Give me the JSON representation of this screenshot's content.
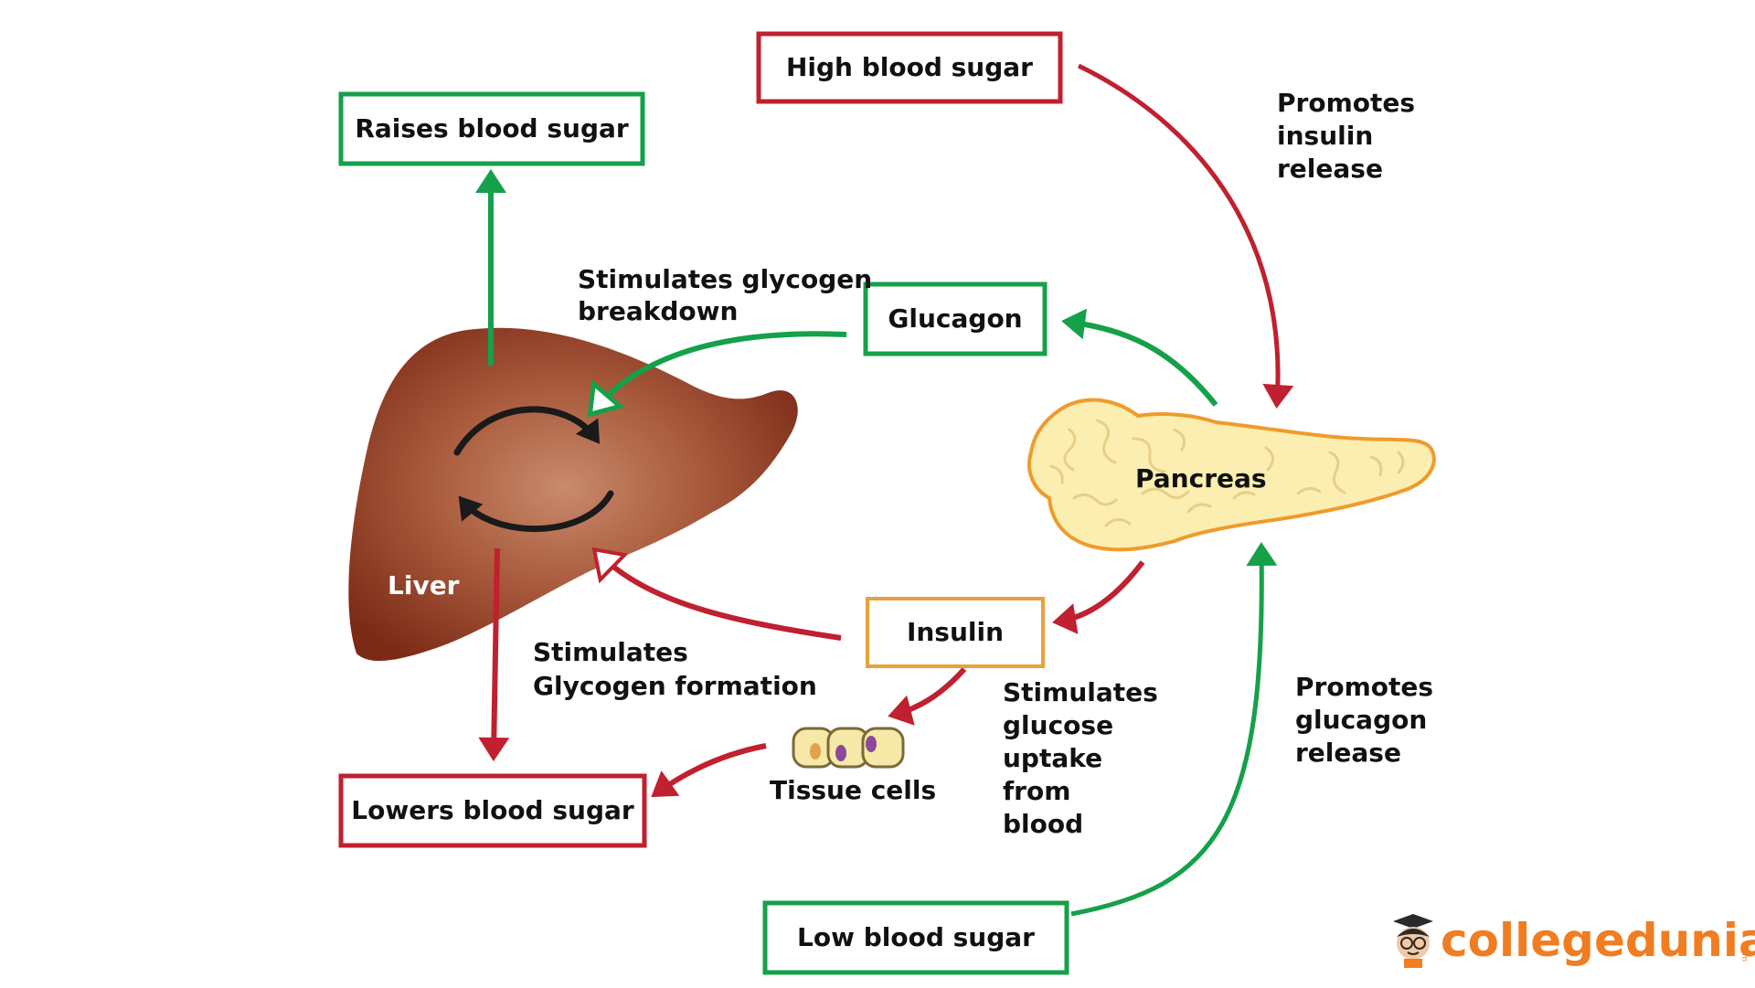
{
  "colors": {
    "red": "#c0202f",
    "green": "#15a04a",
    "orange": "#e8a13b",
    "liver_dark": "#7b2a16",
    "liver_light": "#c98a6c",
    "pancreas_fill": "#fbeeb0",
    "pancreas_outline": "#ef9b2c",
    "brand_orange": "#f07d22"
  },
  "boxes": {
    "high_blood_sugar": "High blood sugar",
    "raises_blood_sugar": "Raises blood sugar",
    "glucagon": "Glucagon",
    "insulin": "Insulin",
    "lowers_blood_sugar": "Lowers blood sugar",
    "low_blood_sugar": "Low blood sugar"
  },
  "organs": {
    "liver": "Liver",
    "pancreas": "Pancreas",
    "tissue_cells": "Tissue cells"
  },
  "annotations": {
    "promotes_insulin_release": [
      "Promotes",
      "insulin",
      "release"
    ],
    "stimulates_glycogen_breakdown": [
      "Stimulates glycogen",
      "breakdown"
    ],
    "stimulates_glycogen_formation": [
      "Stimulates",
      "Glycogen formation"
    ],
    "stimulates_glucose_uptake": [
      "Stimulates",
      "glucose",
      "uptake",
      "from",
      "blood"
    ],
    "promotes_glucagon_release": [
      "Promotes",
      "glucagon",
      "release"
    ]
  },
  "branding": {
    "logo_text": "collegedunia",
    "logo_suffix": ".com"
  }
}
